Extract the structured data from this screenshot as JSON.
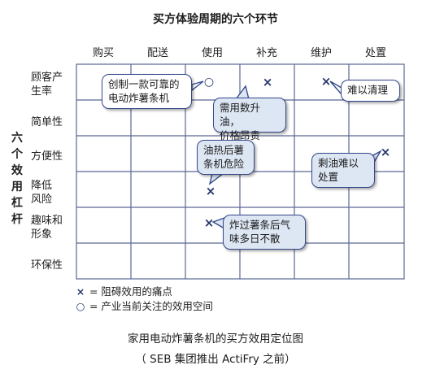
{
  "title": "买方体验周期的六个环节",
  "columns": [
    "购买",
    "配送",
    "使用",
    "补充",
    "维护",
    "处置"
  ],
  "side_label": "六个效用杠杆",
  "rows": [
    {
      "line1": "顾客产",
      "line2": "生率"
    },
    {
      "line1": "简单性",
      "line2": ""
    },
    {
      "line1": "方便性",
      "line2": ""
    },
    {
      "line1": "降低",
      "line2": "风险"
    },
    {
      "line1": "趣味和",
      "line2": "形象"
    },
    {
      "line1": "环保性",
      "line2": ""
    }
  ],
  "bubbles": {
    "reliable": {
      "line1": "创制一款可靠的",
      "line2": "电动炸薯条机"
    },
    "oil_cost": {
      "line1": "需用数升油，",
      "line2": "价格昂贵"
    },
    "hard_clean": {
      "line1": "难以清理",
      "line2": ""
    },
    "danger": {
      "line1": "油热后薯",
      "line2": "条机危险"
    },
    "leftover": {
      "line1": "剩油难以",
      "line2": "处置"
    },
    "smell": {
      "line1": "炸过薯条后气",
      "line2": "味多日不散"
    }
  },
  "symbols": {
    "cross": "×",
    "circle": "○"
  },
  "legend": {
    "cross_text": "=   阻碍效用的痛点",
    "circle_text": "=   产业当前关注的效用空间"
  },
  "caption": {
    "line1": "家用电动炸薯条机的买方效用定位图",
    "line2": "（ SEB 集团推出 ActiFry 之前）"
  },
  "colors": {
    "grid": "#5a6794",
    "mark": "#24346b",
    "bubble_border": "#354a8c",
    "bubble_fill": "#dde6f3"
  }
}
